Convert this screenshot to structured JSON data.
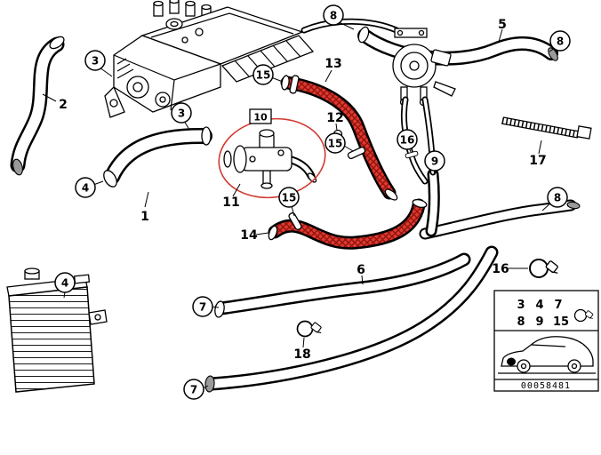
{
  "diagram": {
    "type": "parts-diagram",
    "colors": {
      "highlight_red": "#e03a2f",
      "line": "#000000",
      "background": "#ffffff"
    }
  },
  "callouts": [
    {
      "label": "3"
    },
    {
      "label": "3"
    },
    {
      "label": "4"
    },
    {
      "label": "4"
    },
    {
      "label": "8"
    },
    {
      "label": "8"
    },
    {
      "label": "8"
    },
    {
      "label": "15"
    },
    {
      "label": "15"
    },
    {
      "label": "15"
    },
    {
      "label": "16"
    },
    {
      "label": "9"
    },
    {
      "label": "7"
    },
    {
      "label": "7"
    }
  ],
  "plain_labels": [
    {
      "label": "2"
    },
    {
      "label": "1"
    },
    {
      "label": "5"
    },
    {
      "label": "13"
    },
    {
      "label": "12"
    },
    {
      "label": "10"
    },
    {
      "label": "11"
    },
    {
      "label": "14"
    },
    {
      "label": "6"
    },
    {
      "label": "16"
    },
    {
      "label": "17"
    },
    {
      "label": "18"
    }
  ],
  "legend": {
    "row1": [
      "3",
      "4",
      "7"
    ],
    "row2": [
      "8",
      "9",
      "15"
    ],
    "code": "00058481"
  }
}
